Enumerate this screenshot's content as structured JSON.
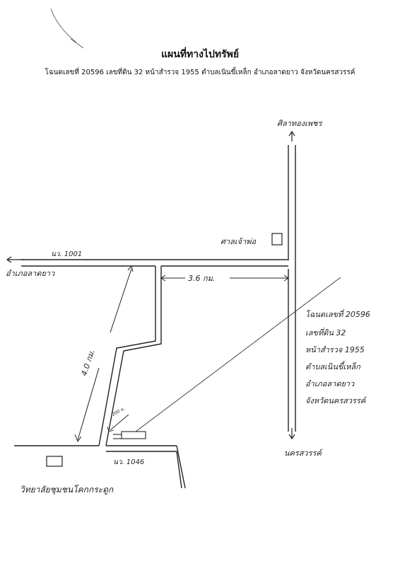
{
  "header": {
    "title": "แผนที่ทางไปทรัพย์",
    "subtitle": "โฉนดเลขที่  20596 เลขที่ดิน 32 หน้าสำรวจ  1955 ตำบลเนินขี้เหล็ก อำเภอลาดยาว จังหวัดนครสวรรค์"
  },
  "labels": {
    "north_place": "ศิลาทองเพชร",
    "temple": "ศาลเจ้าพ่อ",
    "road_1001": "นว. 1001",
    "west_place": "อำเภอลาดยาว",
    "distance_3_6": "3.6 กม.",
    "distance_4_0": "4.0 กม.",
    "distance_200": "200 ม.",
    "road_1046": "นว. 1046",
    "south_place": "นครสวรรค์",
    "school": "วิทยาลัยชุมชนโคกกระดูก",
    "note_line1": "โฉนดเลขที่ 20596",
    "note_line2": "เลขที่ดิน 32",
    "note_line3": "หน้าสำรวจ 1955",
    "note_line4": "ตำบลเนินขี้เหล็ก",
    "note_line5": "อำเภอลาดยาว",
    "note_line6": "จังหวัดนครสวรรค์"
  }
}
